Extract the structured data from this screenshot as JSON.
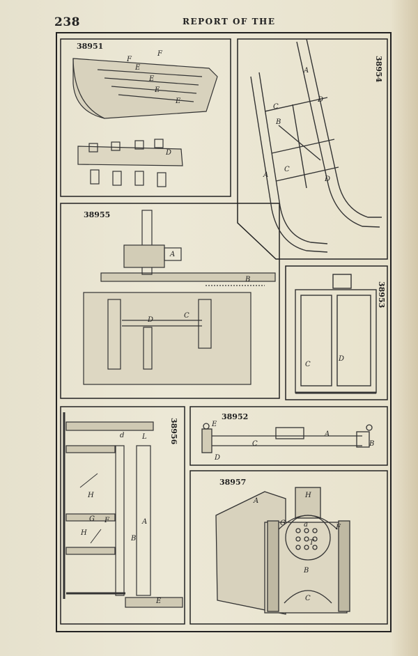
{
  "header": {
    "page_number": "238",
    "running_title": "REPORT OF THE"
  },
  "figures": [
    {
      "id": "38951",
      "letters": [
        "F",
        "F",
        "E",
        "E",
        "E",
        "E",
        "D"
      ]
    },
    {
      "id": "38954",
      "letters": [
        "A",
        "D",
        "C",
        "B",
        "A",
        "C",
        "D"
      ]
    },
    {
      "id": "38955",
      "letters": [
        "A",
        "B",
        "D",
        "C"
      ]
    },
    {
      "id": "38953",
      "letters": [
        "C",
        "D"
      ]
    },
    {
      "id": "38956",
      "letters": [
        "L",
        "d",
        "H",
        "G",
        "F",
        "H",
        "A",
        "B",
        "E"
      ]
    },
    {
      "id": "38952",
      "letters": [
        "E",
        "C",
        "A",
        "B",
        "D"
      ]
    },
    {
      "id": "38957",
      "letters": [
        "H",
        "A",
        "G",
        "a",
        "F",
        "T",
        "B",
        "C"
      ]
    }
  ]
}
